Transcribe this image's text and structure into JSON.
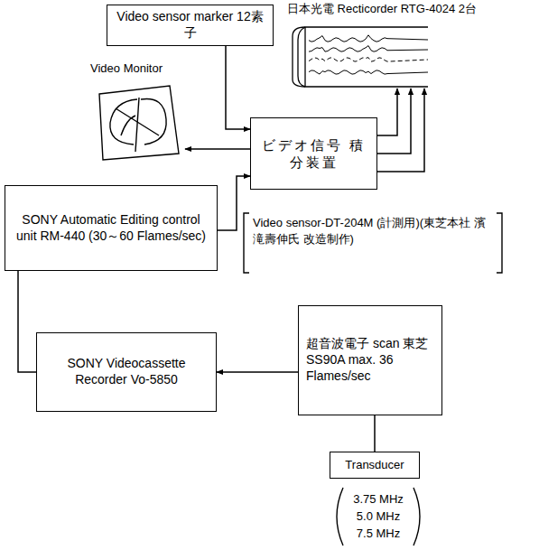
{
  "diagram": {
    "nodes": [
      {
        "text": [
          "Video sensor marker 12素子"
        ]
      },
      {
        "text": [
          "日本光電 Recticorder RTG-4024 2台"
        ]
      },
      {
        "text": [
          "Video Monitor"
        ]
      },
      {
        "text": [
          "ビデオ信号 積分装置"
        ]
      },
      {
        "text": [
          "SONY Automatic Editing control unit RM-440 (30～60 Flames/sec)"
        ]
      },
      {
        "text": [
          "SONY Videocassette Recorder Vo-5850"
        ]
      },
      {
        "text": [
          "超音波電子 scan 東芝 SS90A max. 36 Flames/sec"
        ]
      },
      {
        "text": [
          "Transducer"
        ]
      }
    ],
    "edges": [
      {
        "from": 0,
        "to": 3,
        "arrow": "to"
      },
      {
        "from": 3,
        "to": 2,
        "arrow": "to"
      },
      {
        "from": 3,
        "to": 1,
        "arrow": "to"
      },
      {
        "from": 3,
        "to": 1,
        "arrow": "to"
      },
      {
        "from": 3,
        "to": 1,
        "arrow": "to"
      },
      {
        "from": 4,
        "to": 3,
        "arrow": "to"
      },
      {
        "from": 5,
        "to": 4,
        "arrow": "none"
      },
      {
        "from": 6,
        "to": 5,
        "arrow": "to"
      },
      {
        "from": 7,
        "to": 6,
        "arrow": "none"
      }
    ],
    "labels": [
      "Video sensor-DT-204M (計測用)(東芝本社 濱滝壽伸氏 改造制作)",
      "3.75 MHz",
      "5.0 MHz",
      "7.5 MHz"
    ]
  }
}
